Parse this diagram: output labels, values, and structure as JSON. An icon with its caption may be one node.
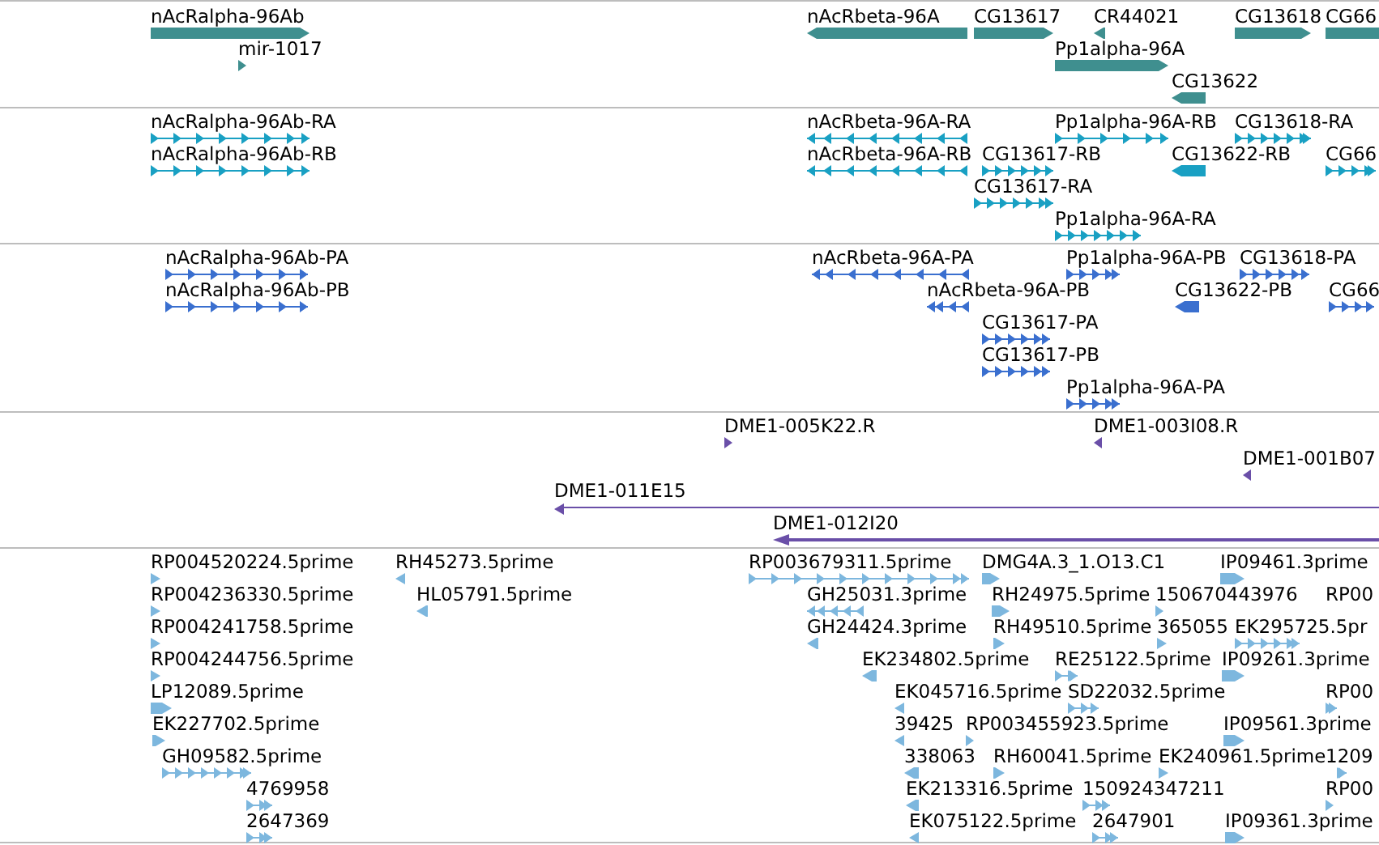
{
  "diagram": {
    "nodes": [
      {
        "text": [],
        "shape": "band"
      },
      {
        "text": [],
        "shape": "band"
      },
      {
        "text": [],
        "shape": "band"
      },
      {
        "text": [],
        "shape": "band"
      },
      {
        "text": [],
        "shape": "band"
      },
      {
        "text": [
          "nAcRalpha-96Ab"
        ],
        "in": 0
      },
      {
        "text": [
          "nAcRbeta-96A"
        ],
        "in": 0
      },
      {
        "text": [
          "CG13617"
        ],
        "in": 0
      },
      {
        "text": [
          "CR44021"
        ],
        "in": 0
      },
      {
        "text": [
          "CG13618"
        ],
        "in": 0
      },
      {
        "text": [
          "CG66"
        ],
        "in": 0
      },
      {
        "text": [
          "mir-1017"
        ],
        "in": 0
      },
      {
        "text": [
          "Pp1alpha-96A"
        ],
        "in": 0
      },
      {
        "text": [
          "CG13622"
        ],
        "in": 0
      },
      {
        "text": [
          "nAcRalpha-96Ab-RA"
        ],
        "in": 1
      },
      {
        "text": [
          "nAcRbeta-96A-RA"
        ],
        "in": 1
      },
      {
        "text": [
          "Pp1alpha-96A-RB"
        ],
        "in": 1
      },
      {
        "text": [
          "CG13618-RA"
        ],
        "in": 1
      },
      {
        "text": [
          "nAcRalpha-96Ab-RB"
        ],
        "in": 1
      },
      {
        "text": [
          "nAcRbeta-96A-RB"
        ],
        "in": 1
      },
      {
        "text": [
          "CG13617-RB"
        ],
        "in": 1
      },
      {
        "text": [
          "CG13622-RB"
        ],
        "in": 1
      },
      {
        "text": [
          "CG66"
        ],
        "in": 1
      },
      {
        "text": [
          "CG13617-RA"
        ],
        "in": 1
      },
      {
        "text": [
          "Pp1alpha-96A-RA"
        ],
        "in": 1
      },
      {
        "text": [
          "nAcRalpha-96Ab-PA"
        ],
        "in": 2
      },
      {
        "text": [
          "nAcRbeta-96A-PA"
        ],
        "in": 2
      },
      {
        "text": [
          "Pp1alpha-96A-PB"
        ],
        "in": 2
      },
      {
        "text": [
          "CG13618-PA"
        ],
        "in": 2
      },
      {
        "text": [
          "nAcRalpha-96Ab-PB"
        ],
        "in": 2
      },
      {
        "text": [
          "nAcRbeta-96A-PB"
        ],
        "in": 2
      },
      {
        "text": [
          "CG13622-PB"
        ],
        "in": 2
      },
      {
        "text": [
          "CG66"
        ],
        "in": 2
      },
      {
        "text": [
          "CG13617-PA"
        ],
        "in": 2
      },
      {
        "text": [
          "CG13617-PB"
        ],
        "in": 2
      },
      {
        "text": [
          "Pp1alpha-96A-PA"
        ],
        "in": 2
      },
      {
        "text": [
          "DME1-005K22.R"
        ],
        "in": 3
      },
      {
        "text": [
          "DME1-003I08.R"
        ],
        "in": 3
      },
      {
        "text": [
          "DME1-001B07"
        ],
        "in": 3
      },
      {
        "text": [
          "DME1-011E15"
        ],
        "in": 3
      },
      {
        "text": [
          "DME1-012I20"
        ],
        "in": 3
      },
      {
        "text": [
          "RP004520224.5prime"
        ],
        "in": 4
      },
      {
        "text": [
          "RH45273.5prime"
        ],
        "in": 4
      },
      {
        "text": [
          "RP003679311.5prime"
        ],
        "in": 4
      },
      {
        "text": [
          "DMG4A.3_1.O13.C1"
        ],
        "in": 4
      },
      {
        "text": [
          "IP09461.3prime"
        ],
        "in": 4
      },
      {
        "text": [
          "RP004236330.5prime"
        ],
        "in": 4
      },
      {
        "text": [
          "HL05791.5prime"
        ],
        "in": 4
      },
      {
        "text": [
          "GH25031.3prime"
        ],
        "in": 4
      },
      {
        "text": [
          "RH24975.5prime"
        ],
        "in": 4
      },
      {
        "text": [
          "150670443976"
        ],
        "in": 4
      },
      {
        "text": [
          "RP00"
        ],
        "in": 4
      },
      {
        "text": [
          "RP004241758.5prime"
        ],
        "in": 4
      },
      {
        "text": [
          "GH24424.3prime"
        ],
        "in": 4
      },
      {
        "text": [
          "RH49510.5prime"
        ],
        "in": 4
      },
      {
        "text": [
          "365055"
        ],
        "in": 4
      },
      {
        "text": [
          "EK295725.5pr"
        ],
        "in": 4
      },
      {
        "text": [
          "RP004244756.5prime"
        ],
        "in": 4
      },
      {
        "text": [
          "EK234802.5prime"
        ],
        "in": 4
      },
      {
        "text": [
          "RE25122.5prime"
        ],
        "in": 4
      },
      {
        "text": [
          "IP09261.3prime"
        ],
        "in": 4
      },
      {
        "text": [
          "LP12089.5prime"
        ],
        "in": 4
      },
      {
        "text": [
          "EK045716.5prime"
        ],
        "in": 4
      },
      {
        "text": [
          "SD22032.5prime"
        ],
        "in": 4
      },
      {
        "text": [
          "RP00"
        ],
        "in": 4
      },
      {
        "text": [
          "EK227702.5prime"
        ],
        "in": 4
      },
      {
        "text": [
          "39425"
        ],
        "in": 4
      },
      {
        "text": [
          "RP003455923.5prime"
        ],
        "in": 4
      },
      {
        "text": [
          "IP09561.3prime"
        ],
        "in": 4
      },
      {
        "text": [
          "GH09582.5prime"
        ],
        "in": 4
      },
      {
        "text": [
          "338063"
        ],
        "in": 4
      },
      {
        "text": [
          "RH60041.5prime"
        ],
        "in": 4
      },
      {
        "text": [
          "EK240961.5prime"
        ],
        "in": 4
      },
      {
        "text": [
          "1209"
        ],
        "in": 4
      },
      {
        "text": [
          "4769958"
        ],
        "in": 4
      },
      {
        "text": [
          "EK213316.5prime"
        ],
        "in": 4
      },
      {
        "text": [
          "150924347211"
        ],
        "in": 4
      },
      {
        "text": [
          "RP00"
        ],
        "in": 4
      },
      {
        "text": [
          "2647369"
        ],
        "in": 4
      },
      {
        "text": [
          "EK075122.5prime"
        ],
        "in": 4
      },
      {
        "text": [
          "2647901"
        ],
        "in": 4
      },
      {
        "text": [
          "IP09361.3prime"
        ],
        "in": 4
      }
    ]
  }
}
